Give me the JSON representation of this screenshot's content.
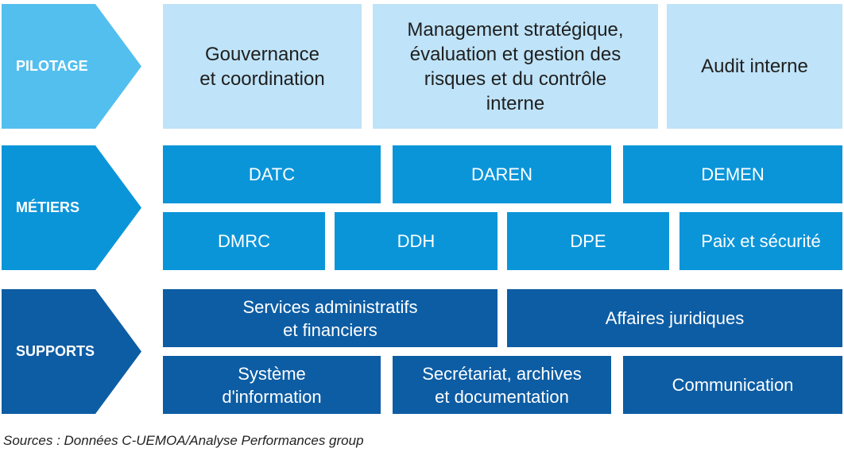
{
  "colors": {
    "pilotage_arrow": "#53bfef",
    "pilotage_box": "#bfe3f8",
    "metiers": "#0b95d9",
    "supports": "#0d5da4"
  },
  "rows": {
    "pilotage": {
      "label": "PILOTAGE",
      "boxes": [
        [
          "Gouvernance",
          "et coordination"
        ],
        [
          "Management stratégique,",
          "évaluation et gestion des",
          "risques et du contrôle",
          "interne"
        ],
        [
          "Audit interne"
        ]
      ]
    },
    "metiers": {
      "label": "MÉTIERS",
      "top": [
        [
          "DATC"
        ],
        [
          "DAREN"
        ],
        [
          "DEMEN"
        ]
      ],
      "bottom": [
        [
          "DMRC"
        ],
        [
          "DDH"
        ],
        [
          "DPE"
        ],
        [
          "Paix et sécurité"
        ]
      ]
    },
    "supports": {
      "label": "SUPPORTS",
      "top": [
        [
          "Services administratifs",
          "et financiers"
        ],
        [
          "Affaires juridiques"
        ]
      ],
      "bottom": [
        [
          "Système",
          "d'information"
        ],
        [
          "Secrétariat, archives",
          "et documentation"
        ],
        [
          "Communication"
        ]
      ]
    }
  },
  "source": "Sources : Données C-UEMOA/Analyse Performances group"
}
